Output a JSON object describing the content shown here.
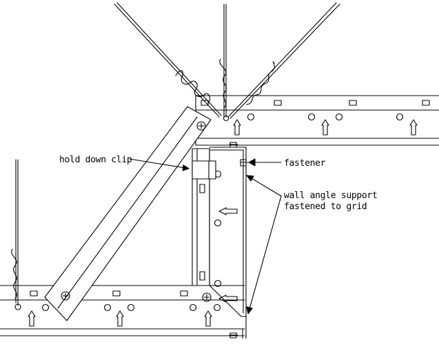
{
  "labels": {
    "hold_down_clip": "hold down clip",
    "fastener": "fastener",
    "wall_angle_line1": "wall angle support",
    "wall_angle_line2": "fastened to grid"
  }
}
